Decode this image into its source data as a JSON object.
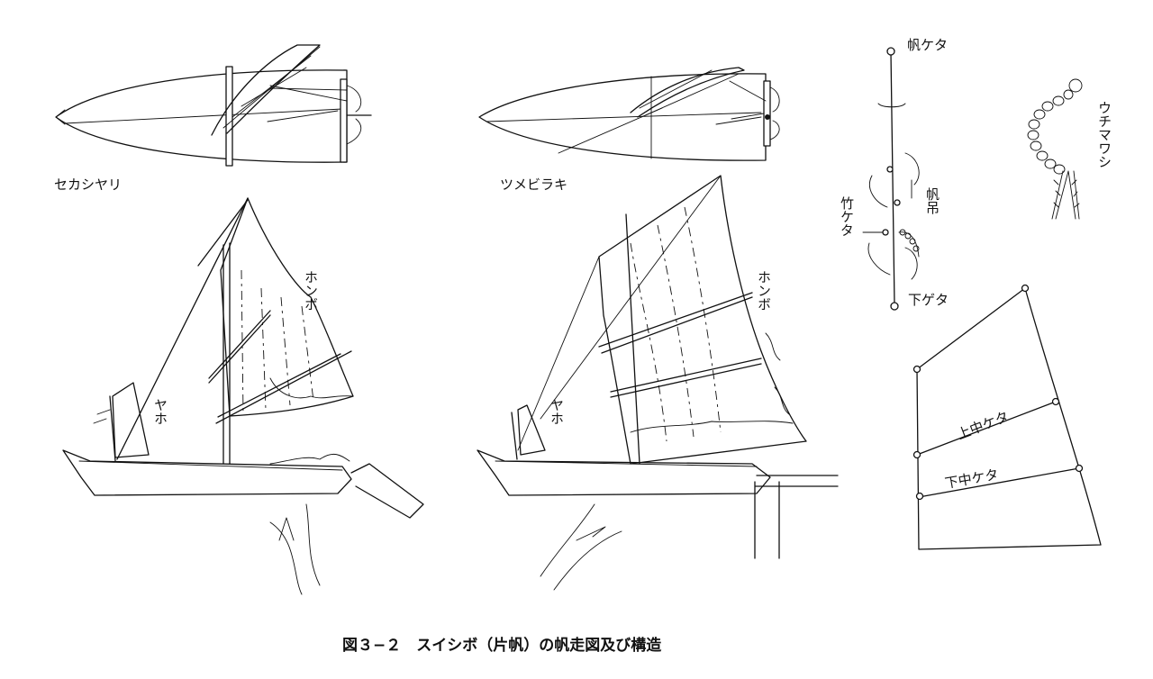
{
  "caption": "図３−２　スイシボ（片帆）の帆走図及び構造",
  "views": {
    "left_plan_label": "セカシヤリ",
    "middle_plan_label": "ツメビラキ",
    "left_main_sail": "ホンボ",
    "left_jib": "ヤホ",
    "middle_main_sail": "ホンボ",
    "middle_jib": "ヤホ"
  },
  "mast_detail": {
    "top_yard": "帆ケタ",
    "halyard": "帆吊",
    "bamboo_yard": "竹ケタ",
    "bottom_yard": "下ゲタ",
    "parrel": "ウチマワシ"
  },
  "sail_structure": {
    "upper_batten": "上中ケタ",
    "lower_batten": "下中ケタ"
  }
}
